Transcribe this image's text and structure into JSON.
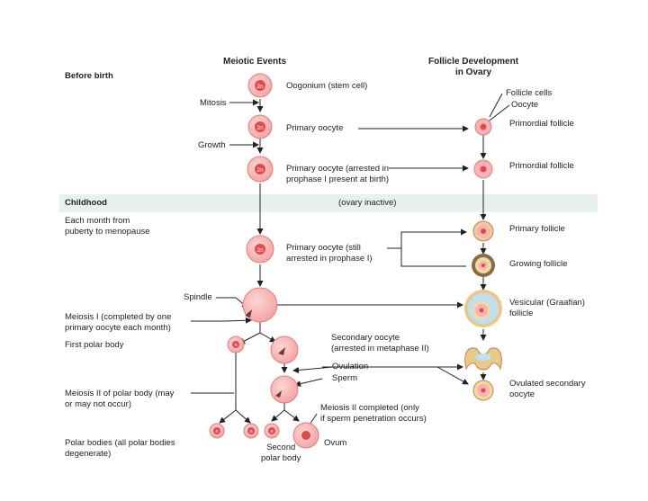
{
  "headers": {
    "meiotic_events": "Meiotic Events",
    "follicle_development": "Follicle Development\nin Ovary"
  },
  "stages": {
    "before_birth": "Before birth",
    "childhood": "Childhood",
    "each_month": "Each month from\npuberty to menopause"
  },
  "process_labels": {
    "mitosis": "Mitosis",
    "growth": "Growth",
    "spindle": "Spindle",
    "meiosis_one": "Meiosis I (completed by one\nprimary oocyte each month)",
    "first_polar_body": "First polar body",
    "meiosis_two_polar": "Meiosis II of polar body (may\nor may not occur)",
    "polar_bodies": "Polar bodies (all polar bodies\ndegenerate)"
  },
  "cell_labels": {
    "oogonium": "Oogonium (stem cell)",
    "primary_oocyte": "Primary oocyte",
    "primary_oocyte_arrested": "Primary oocyte (arrested in\nprophase I present at birth)",
    "ovary_inactive": "(ovary inactive)",
    "primary_oocyte_still": "Primary oocyte (still\narrested in prophase I)",
    "secondary_oocyte": "Secondary oocyte\n(arrested in metaphase II)",
    "ovulation": "Ovulation",
    "sperm": "Sperm",
    "meiosis_two_completed": "Meiosis II completed (only\nif sperm penetration occurs)",
    "second_polar_body": "Second\npolar body",
    "ovum": "Ovum"
  },
  "follicle_labels": {
    "follicle_cells": "Follicle cells",
    "oocyte": "Oocyte",
    "primordial_1": "Primordial follicle",
    "primordial_2": "Primordial follicle",
    "primary_follicle": "Primary follicle",
    "growing_follicle": "Growing follicle",
    "vesicular": "Vesicular (Graafian)\nfollicle",
    "ovulated": "Ovulated secondary\noocyte"
  },
  "ploidy": {
    "diploid": "2n",
    "haploid": "n"
  },
  "colors": {
    "cell_fill": "#f6b3b1",
    "cell_stroke": "#e07f7d",
    "nucleus": "#e04a4e",
    "band": "#e7f1ed",
    "follicle_ring": "#8a6a4a",
    "fluid": "#bfe0ee",
    "granulosa": "#f2d9a0"
  }
}
